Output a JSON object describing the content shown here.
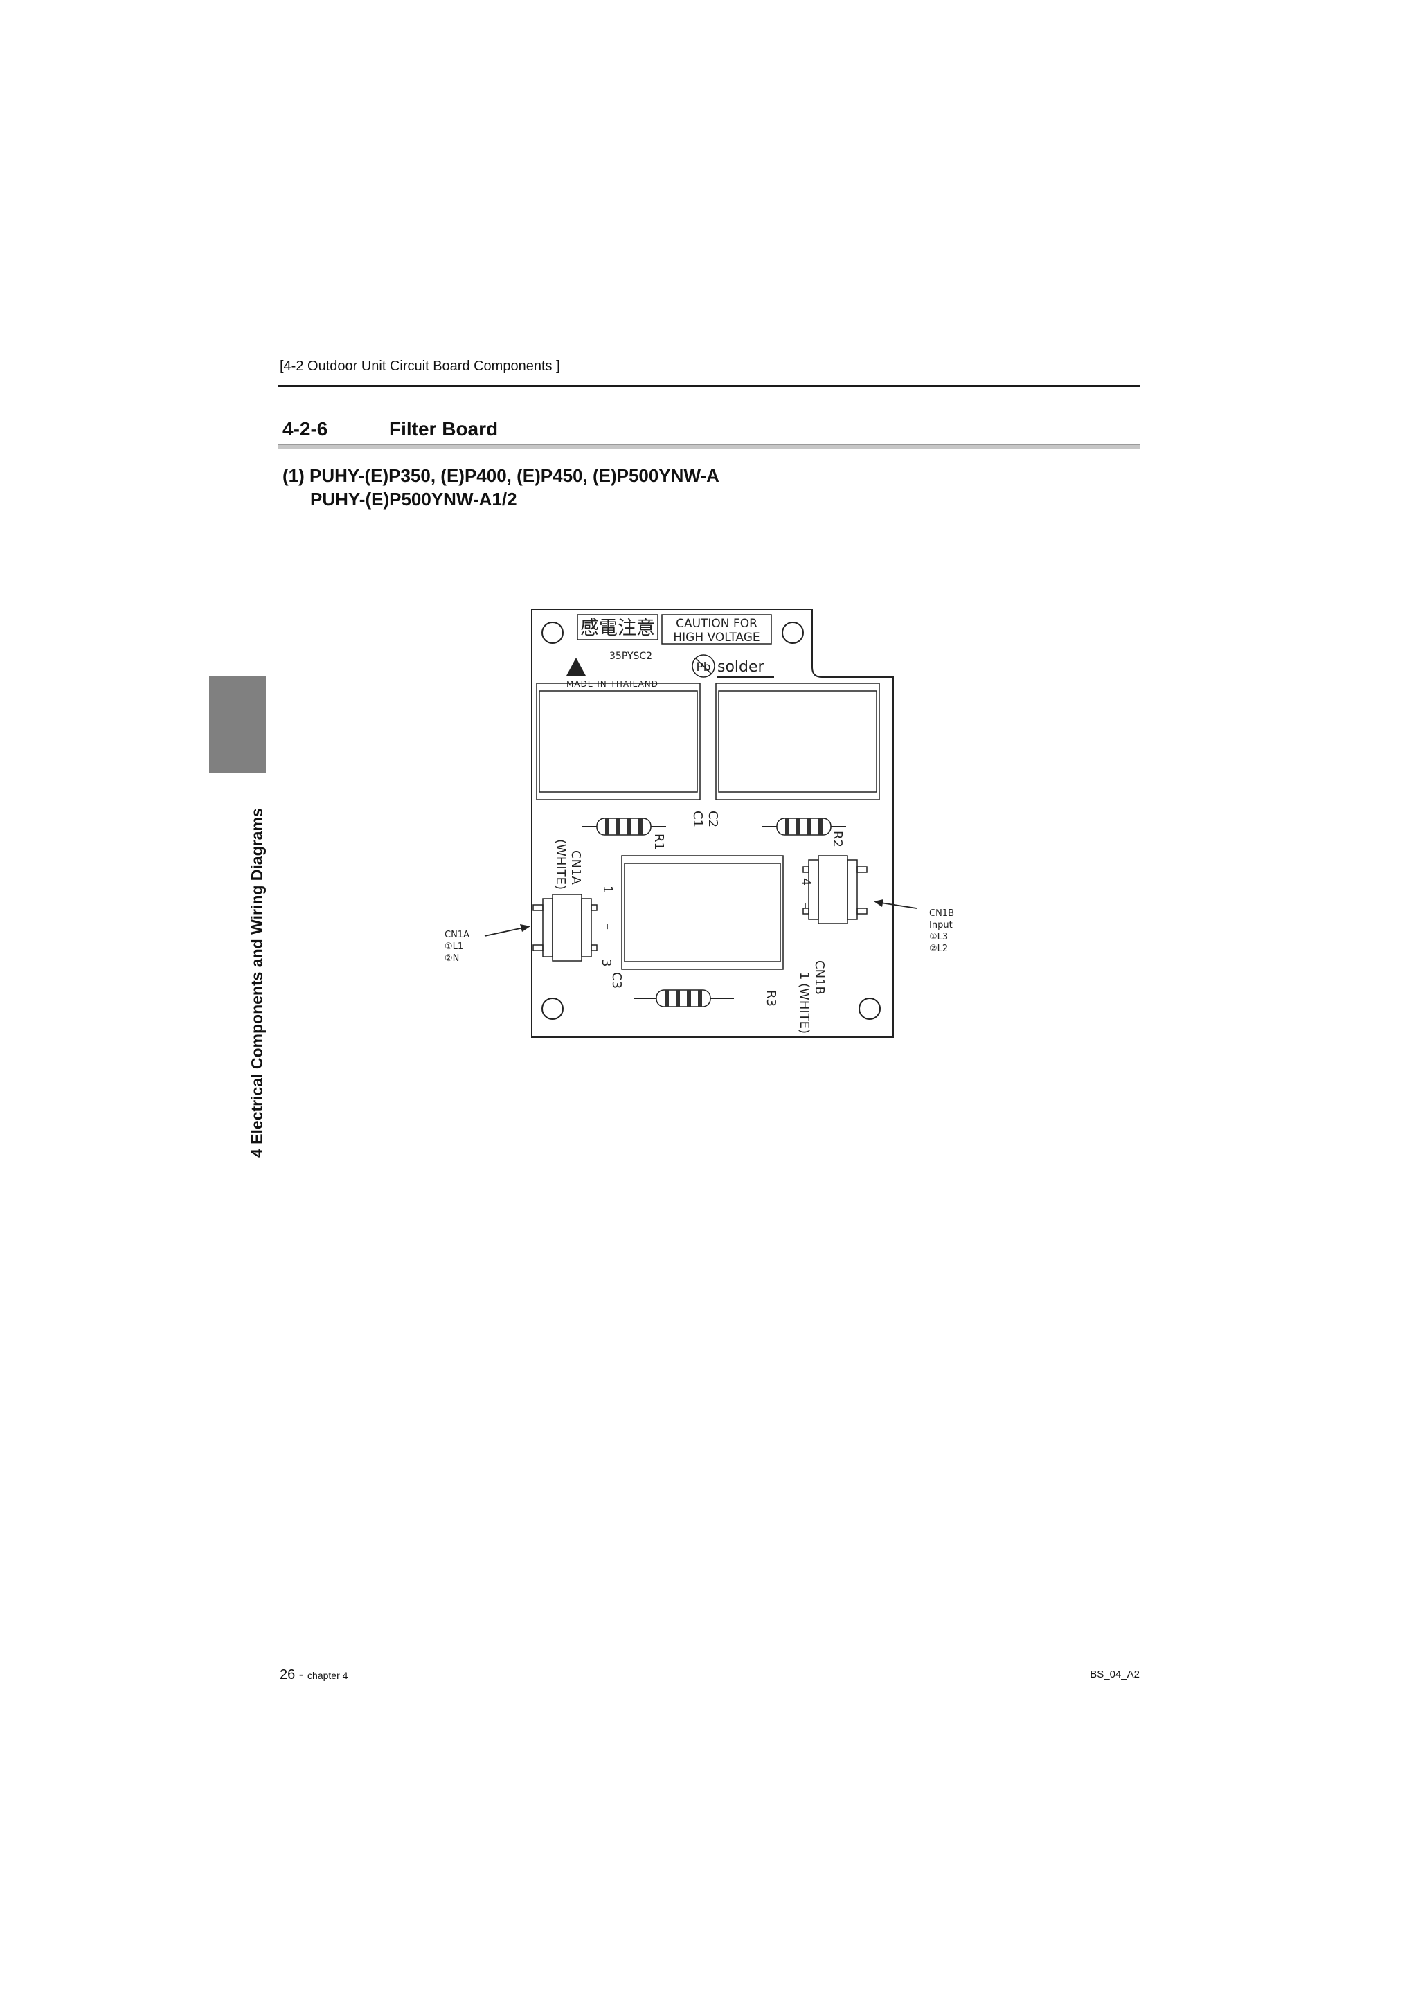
{
  "header": {
    "breadcrumb": "[4-2 Outdoor Unit Circuit Board Components ]"
  },
  "section": {
    "number": "4-2-6",
    "title": "Filter Board"
  },
  "models": {
    "line1": "(1) PUHY-(E)P350, (E)P400, (E)P450, (E)P500YNW-A",
    "line2": "PUHY-(E)P500YNW-A1/2"
  },
  "side_tab": {
    "label": "4  Electrical Components and Wiring Diagrams"
  },
  "board": {
    "caution_jp": "感電注意",
    "caution_en_1": "CAUTION FOR",
    "caution_en_2": "HIGH VOLTAGE",
    "part_code": "35PYSC2",
    "made_in": "MADE IN THAILAND",
    "pb_mark": "Pb",
    "solder": "solder",
    "c1": "C1",
    "c2": "C2",
    "c3": "C3",
    "r1": "R1",
    "r2": "R2",
    "r3": "R3",
    "cn1a_name": "CN1A",
    "cn1a_color": "(WHITE)",
    "cn1b_name": "CN1B",
    "cn1b_color": "(WHITE)",
    "pin1": "1",
    "pin3": "3",
    "pin4": "4",
    "pin1b": "1",
    "dash": "–"
  },
  "callouts": {
    "left": {
      "name": "CN1A",
      "line1": "①L1",
      "line2": "②N"
    },
    "right": {
      "name": "CN1B",
      "sub": "Input",
      "line1": "①L3",
      "line2": "②L2"
    }
  },
  "footer": {
    "page": "26 - ",
    "chapter": "chapter 4",
    "code": "BS_04_A2"
  }
}
